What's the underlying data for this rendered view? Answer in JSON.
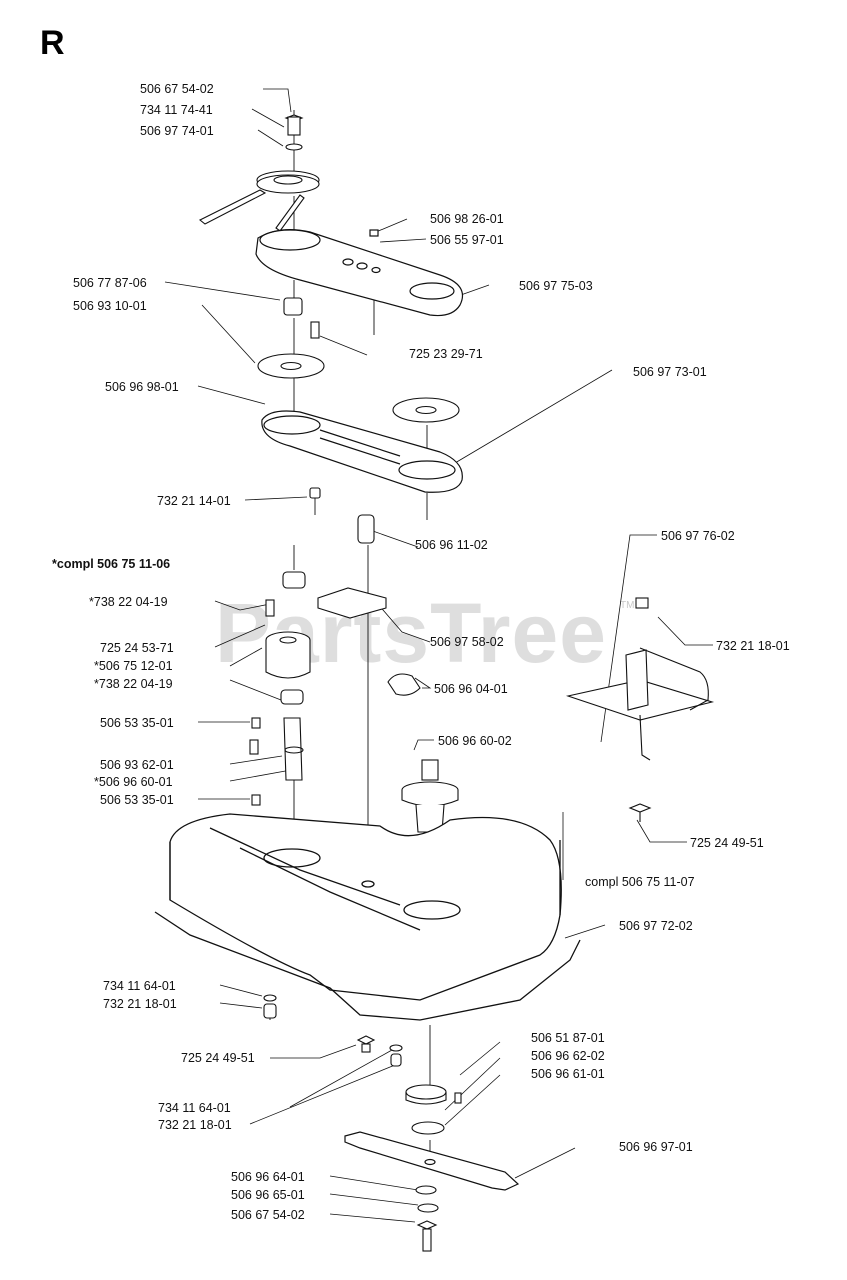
{
  "section_letter": "R",
  "watermark": "PartsTree",
  "watermark_tm": "TM",
  "labels": {
    "l01": "506 67 54-02",
    "l02": "734 11 74-41",
    "l03": "506 97 74-01",
    "l04": "506 98 26-01",
    "l05": "506 55 97-01",
    "l06": "506 97 75-03",
    "l07": "506 77 87-06",
    "l08": "506 93 10-01",
    "l09": "725 23 29-71",
    "l10": "506 97 73-01",
    "l11": "506 96 98-01",
    "l12": "732 21 14-01",
    "l13": "506 96 11-02",
    "l14": "*compl 506 75 11-06",
    "l15": "506 97 76-02",
    "l16": "*738 22 04-19",
    "l17": "506 97 58-02",
    "l18": "732 21 18-01",
    "l19": "725 24 53-71",
    "l20": "*506 75 12-01",
    "l21": "*738 22 04-19",
    "l22": "506 96 04-01",
    "l23": "506 53 35-01",
    "l24": "506 96 60-02",
    "l25": "506 93 62-01",
    "l26": "*506 96 60-01",
    "l27": "506 53 35-01",
    "l28": "725 24 49-51",
    "l29": "compl 506 75 11-07",
    "l30": "506 97 72-02",
    "l31": "734 11 64-01",
    "l32": "732 21 18-01",
    "l33": "506 51 87-01",
    "l34": "506 96 62-02",
    "l35": "725 24 49-51",
    "l36": "506 96 61-01",
    "l37": "734 11 64-01",
    "l38": "732 21 18-01",
    "l39": "506 96 97-01",
    "l40": "506 96 64-01",
    "l41": "506 96 65-01",
    "l42": "506 67 54-02"
  }
}
